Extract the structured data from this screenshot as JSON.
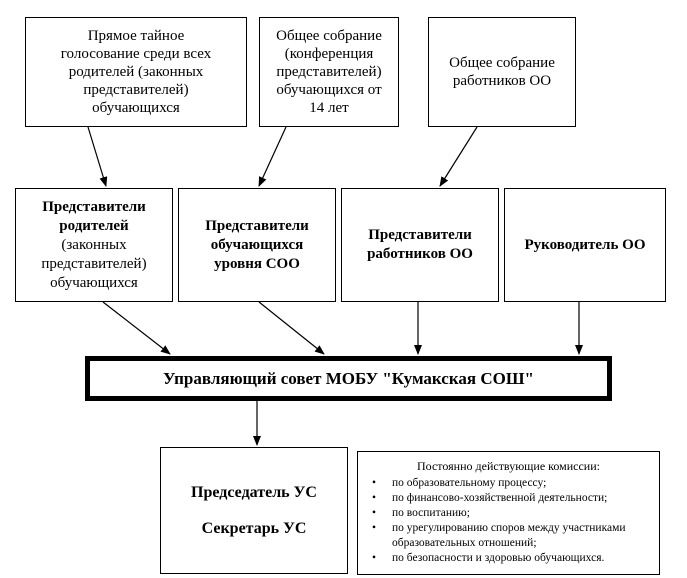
{
  "sources": [
    {
      "id": "parents-vote",
      "lines": [
        "Прямое тайное",
        "голосование среди всех",
        "родителей (законных",
        "представителей)",
        "обучающихся"
      ]
    },
    {
      "id": "students-meeting",
      "lines": [
        "Общее собрание",
        "(конференция",
        "представителей)",
        "обучающихся от",
        "14 лет"
      ]
    },
    {
      "id": "staff-meeting",
      "lines": [
        "Общее собрание",
        "работников ОО"
      ]
    }
  ],
  "representatives": [
    {
      "id": "parents",
      "bold_lines": [
        "Представители",
        "родителей"
      ],
      "lines": [
        "(законных",
        "представителей)",
        "обучающихся"
      ]
    },
    {
      "id": "students",
      "bold_lines": [
        "Представители",
        "обучающихся",
        "уровня СОО"
      ],
      "lines": []
    },
    {
      "id": "staff",
      "bold_lines": [
        "Представители",
        "работников ОО"
      ],
      "lines": []
    },
    {
      "id": "director",
      "bold_lines": [
        "Руководитель ОО"
      ],
      "lines": []
    }
  ],
  "council": {
    "title": "Управляющий совет МОБУ \"Кумакская СОШ\""
  },
  "officers": {
    "chair": "Председатель УС",
    "secretary": "Секретарь УС"
  },
  "commissions": {
    "header": "Постоянно действующие комиссии:",
    "items": [
      "по образовательному процессу;",
      "по финансово-хозяйственной деятельности;",
      "по воспитанию;",
      "по урегулированию споров между участниками образовательных отношений;",
      "по безопасности и здоровью обучающихся."
    ]
  }
}
